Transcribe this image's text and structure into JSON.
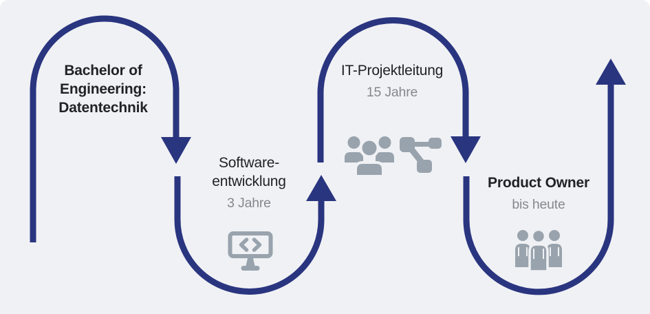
{
  "diagram": {
    "description": "career timeline with winding s-curve arrow path",
    "palette": {
      "background": "#f0f1f4",
      "path_navy": "#2a3580",
      "icon_gray": "#99a3ad",
      "title_dark": "#212227",
      "subtitle_gray": "#84888f"
    }
  },
  "steps": [
    {
      "name": "education",
      "lines": [
        "Bachelor of",
        "Engineering:",
        "Datentechnik"
      ],
      "subtitle": ""
    },
    {
      "name": "software-development",
      "lines": [
        "Software-",
        "entwicklung"
      ],
      "subtitle": "3 Jahre"
    },
    {
      "name": "it-project-management",
      "lines": [
        "IT-Projektleitung"
      ],
      "subtitle": "15 Jahre"
    },
    {
      "name": "product-owner",
      "lines": [
        "Product Owner"
      ],
      "subtitle": "bis heute"
    }
  ]
}
